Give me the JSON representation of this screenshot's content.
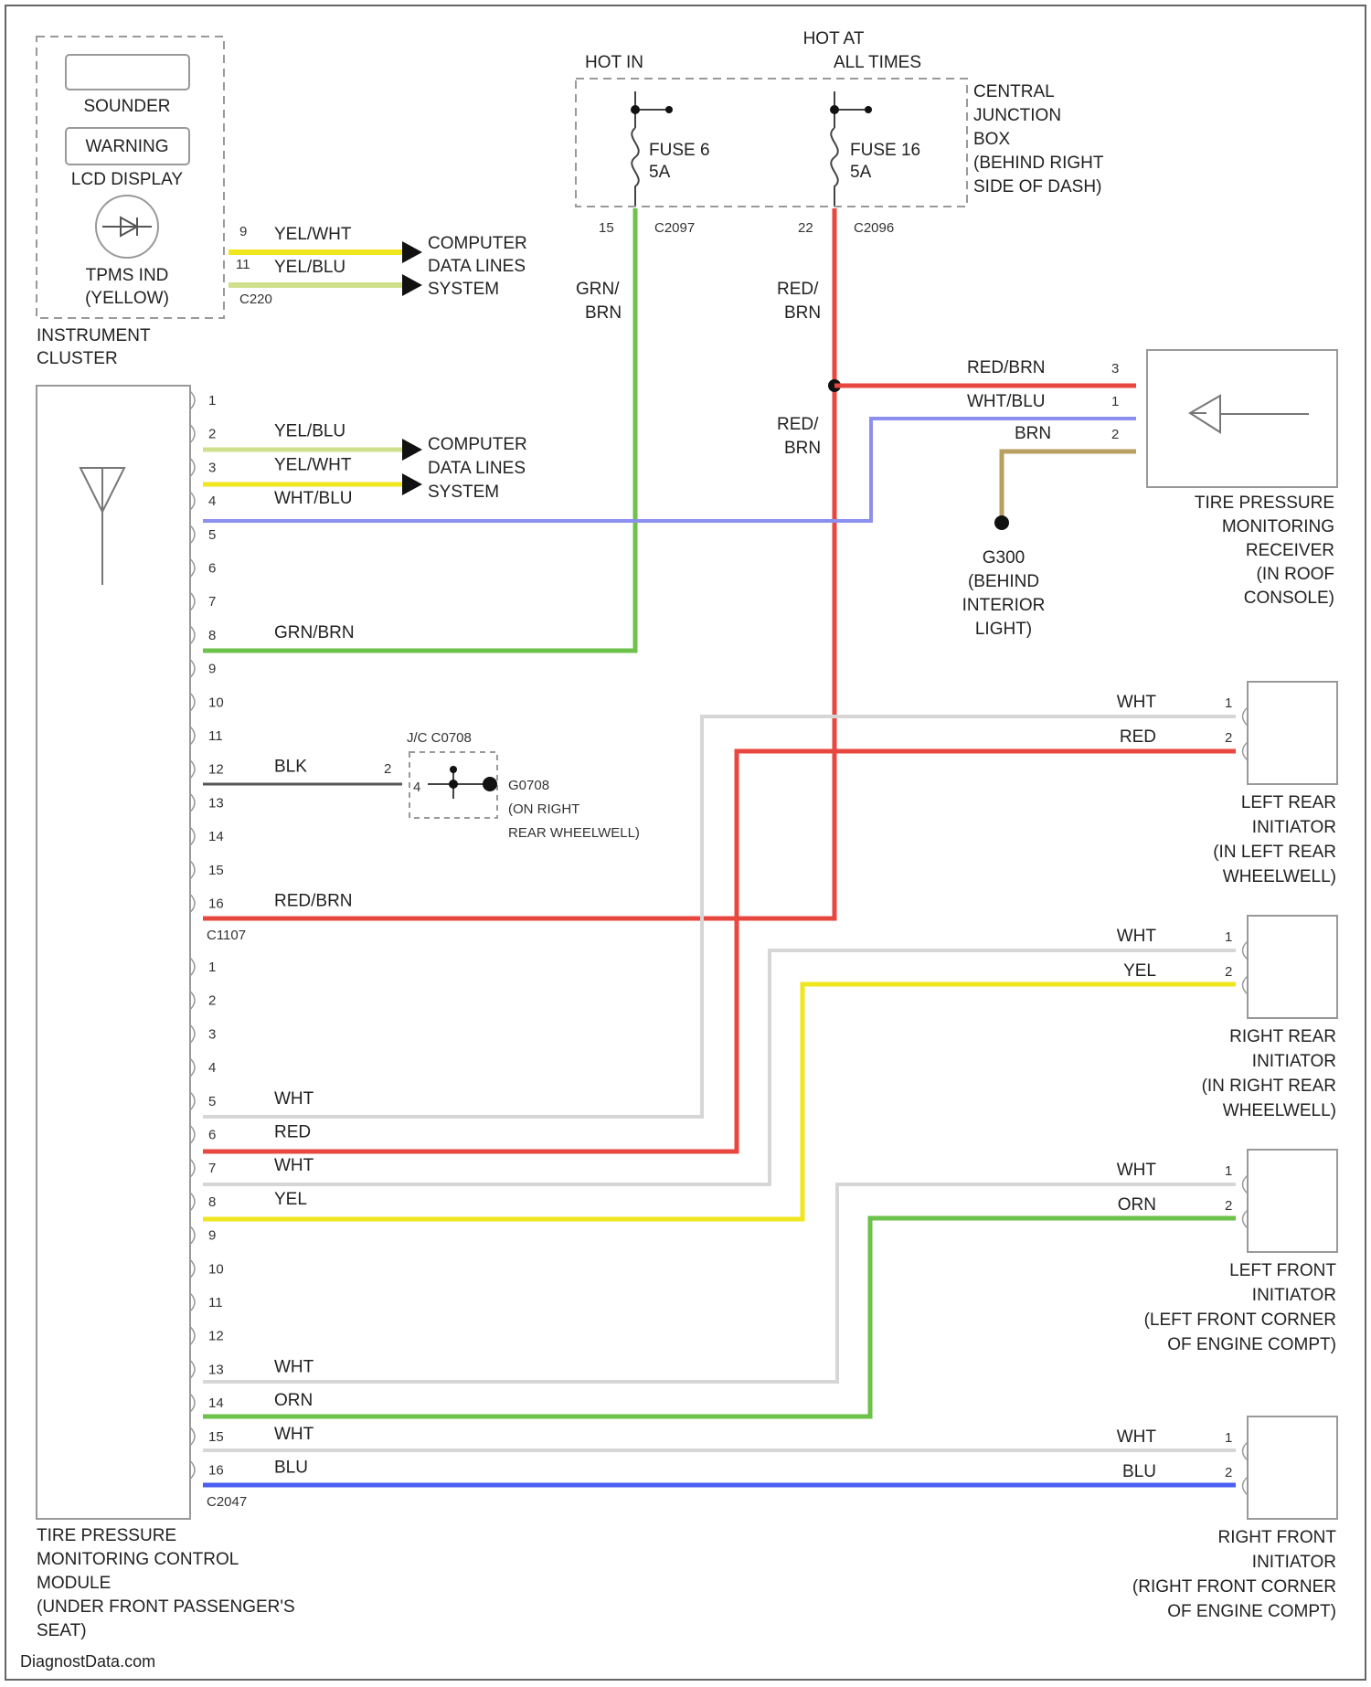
{
  "colors": {
    "yellow": "#f0e61e",
    "yel_blu": "#cfe08c",
    "green": "#6cc24a",
    "red": "#e8473f",
    "blue_violet": "#8c8ef0",
    "blue": "#4a5ef0",
    "white_wire": "#d6d6d6",
    "black": "#555555",
    "brown": "#b8a060",
    "outline": "#9a9a9a"
  },
  "cluster": {
    "sounder": "SOUNDER",
    "warning": "WARNING",
    "lcd": "LCD DISPLAY",
    "tpms_ind": "TPMS IND",
    "tpms_color": "(YELLOW)",
    "label": [
      "INSTRUMENT",
      "CLUSTER"
    ],
    "pins": [
      "9",
      "11"
    ],
    "wires": [
      "YEL/WHT",
      "YEL/BLU"
    ],
    "connector": "C220"
  },
  "data_lines": [
    "COMPUTER",
    "DATA LINES",
    "SYSTEM"
  ],
  "fuse_box": {
    "hot_in": "HOT IN",
    "hot_at": [
      "HOT AT",
      "ALL TIMES"
    ],
    "fuse_a": [
      "FUSE 6",
      "5A"
    ],
    "fuse_b": [
      "FUSE 16",
      "5A"
    ],
    "label": [
      "CENTRAL",
      "JUNCTION",
      "BOX",
      "(BEHIND RIGHT",
      "SIDE OF DASH)"
    ],
    "pin_a": "15",
    "conn_a": "C2097",
    "pin_b": "22",
    "conn_b": "C2096"
  },
  "wire_labels": {
    "grn": "GRN/",
    "brn": "BRN",
    "red": "RED/",
    "brn2": "BRN",
    "red3": "RED/",
    "brn3": "BRN"
  },
  "receiver": {
    "wires": [
      "RED/BRN",
      "WHT/BLU",
      "BRN"
    ],
    "pins": [
      "3",
      "1",
      "2"
    ],
    "ground": [
      "G300",
      "(BEHIND",
      "INTERIOR",
      "LIGHT)"
    ],
    "label": [
      "TIRE PRESSURE",
      "MONITORING",
      "RECEIVER",
      "(IN ROOF",
      "CONSOLE)"
    ]
  },
  "module": {
    "c1_pins": [
      "1",
      "2",
      "3",
      "4",
      "5",
      "6",
      "7",
      "8",
      "9",
      "10",
      "11",
      "12",
      "13",
      "14",
      "15",
      "16"
    ],
    "c1_wires": {
      "2": "YEL/BLU",
      "3": "YEL/WHT",
      "4": "WHT/BLU",
      "8": "GRN/BRN",
      "12": "BLK",
      "16": "RED/BRN"
    },
    "c1_connector": "C1107",
    "c2_pins": [
      "1",
      "2",
      "3",
      "4",
      "5",
      "6",
      "7",
      "8",
      "9",
      "10",
      "11",
      "12",
      "13",
      "14",
      "15",
      "16"
    ],
    "c2_wires": {
      "5": "WHT",
      "6": "RED",
      "7": "WHT",
      "8": "YEL",
      "13": "WHT",
      "14": "ORN",
      "15": "WHT",
      "16": "BLU"
    },
    "c2_connector": "C2047",
    "label": [
      "TIRE PRESSURE",
      "MONITORING CONTROL",
      "MODULE",
      "(UNDER FRONT PASSENGER'S",
      "SEAT)"
    ]
  },
  "ground_junction": {
    "label": "J/C C0708",
    "pins": [
      "2",
      "4"
    ],
    "ground": [
      "G0708",
      "(ON RIGHT",
      "REAR WHEELWELL)"
    ]
  },
  "initiators": [
    {
      "wires": [
        "WHT",
        "RED"
      ],
      "pins": [
        "1",
        "2"
      ],
      "label": [
        "LEFT REAR",
        "INITIATOR",
        "(IN LEFT REAR",
        "WHEELWELL)"
      ]
    },
    {
      "wires": [
        "WHT",
        "YEL"
      ],
      "pins": [
        "1",
        "2"
      ],
      "label": [
        "RIGHT REAR",
        "INITIATOR",
        "(IN RIGHT REAR",
        "WHEELWELL)"
      ]
    },
    {
      "wires": [
        "WHT",
        "ORN"
      ],
      "pins": [
        "1",
        "2"
      ],
      "label": [
        "LEFT FRONT",
        "INITIATOR",
        "(LEFT FRONT CORNER",
        "OF ENGINE COMPT)"
      ]
    },
    {
      "wires": [
        "WHT",
        "BLU"
      ],
      "pins": [
        "1",
        "2"
      ],
      "label": [
        "RIGHT FRONT",
        "INITIATOR",
        "(RIGHT FRONT CORNER",
        "OF ENGINE COMPT)"
      ]
    }
  ],
  "footer": "DiagnostData.com"
}
